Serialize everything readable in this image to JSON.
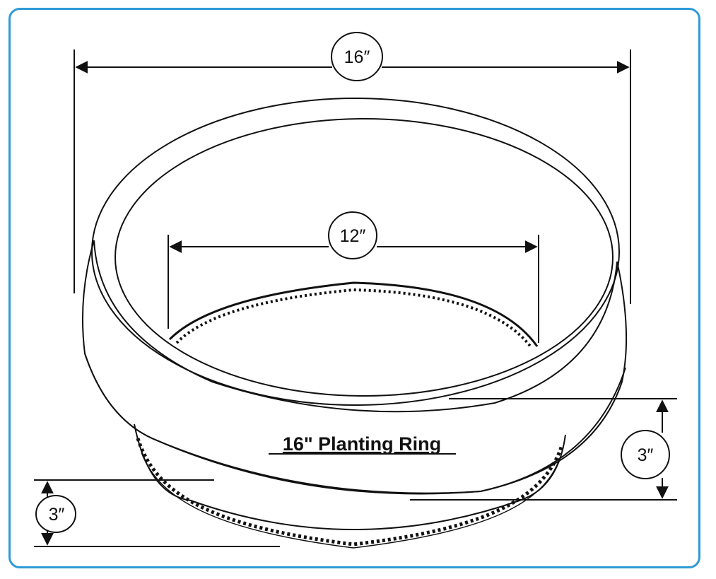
{
  "title": "16\" Planting Ring",
  "dimensions": {
    "outer_diameter": "16″",
    "inner_diameter": "12″",
    "rim_height": "3″",
    "base_height": "3″"
  },
  "colors": {
    "frame": "#2e9ad6",
    "ink": "#111111"
  }
}
